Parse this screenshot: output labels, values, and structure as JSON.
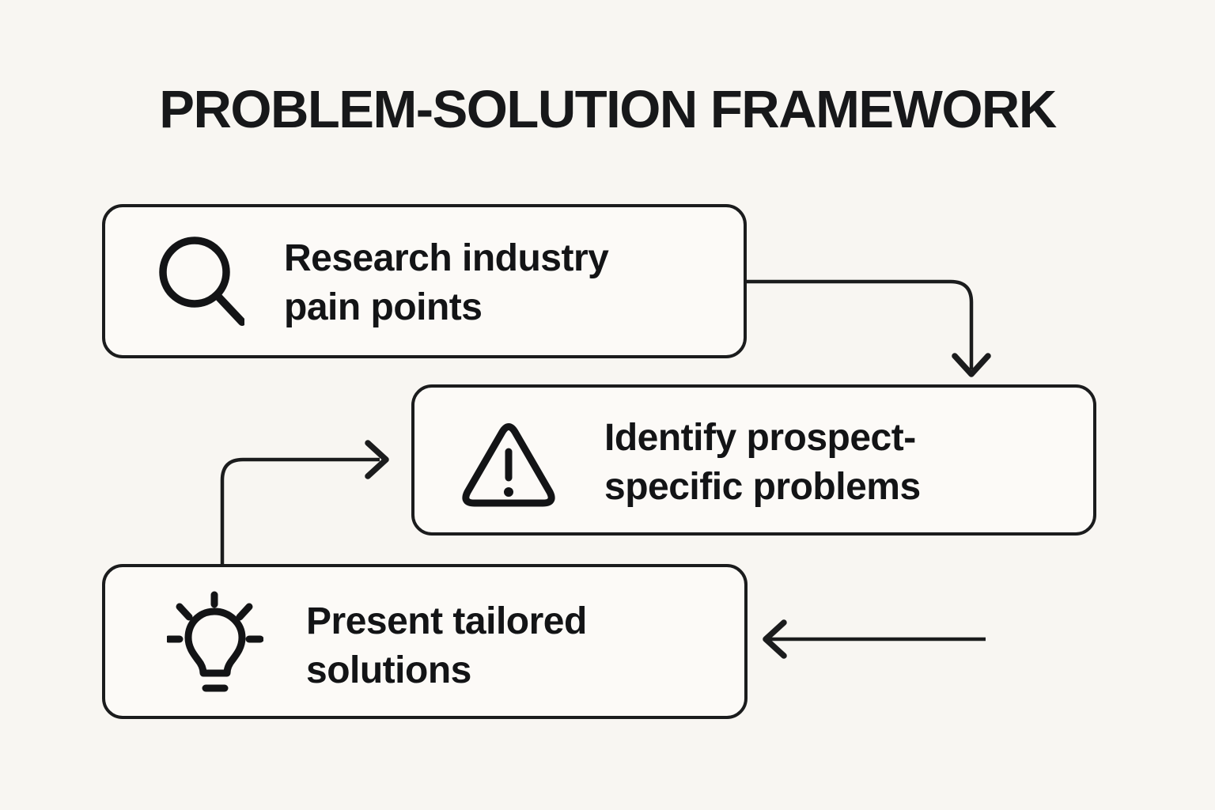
{
  "page": {
    "background": "#f8f6f2",
    "box_background": "#fcfaf7",
    "ink": "#1b1c1d"
  },
  "title": "PROBLEM-SOLUTION FRAMEWORK",
  "steps": [
    {
      "id": "research",
      "icon": "magnifier-icon",
      "line1": "Research industry",
      "line2": "pain points"
    },
    {
      "id": "identify",
      "icon": "warning-triangle-icon",
      "line1": "Identify prospect-",
      "line2": "specific problems"
    },
    {
      "id": "present",
      "icon": "lightbulb-icon",
      "line1": "Present tailored",
      "line2": "solutions"
    }
  ],
  "flow": {
    "arrows": [
      {
        "from": "research",
        "to": "identify",
        "shape": "right-then-down"
      },
      {
        "from": "present",
        "to": "identify",
        "shape": "up-then-right"
      },
      {
        "from": "offscreen-right",
        "to": "present",
        "shape": "straight-left"
      }
    ]
  }
}
